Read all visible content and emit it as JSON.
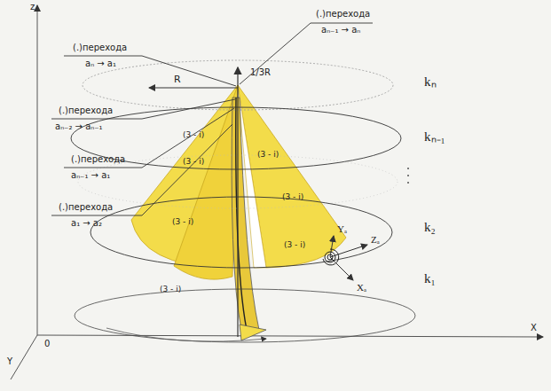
{
  "diagram": {
    "labels": [
      "(.)перехода",
      "aₙ → a₁",
      "(.)перехода",
      "aₙ₋₁ → aₙ",
      "(.)перехода",
      "aₙ₋₂ → aₙ₋₁",
      "(.)перехода",
      "aₙ₋₁ → a₁",
      "(.)перехода",
      "a₁ → a₂",
      "1/3R",
      "R",
      "kₙ",
      "kₙ₋₁",
      "k₂",
      "k₁",
      "(3 - i)",
      "(3 - i)",
      "(3 - i)",
      "(3 - i)",
      "(3 - i)",
      "(3 - i)",
      "(3 - i)",
      "Yₐ",
      "Zₐ",
      "Xₐ",
      "z",
      "Y",
      "X",
      "0"
    ]
  }
}
